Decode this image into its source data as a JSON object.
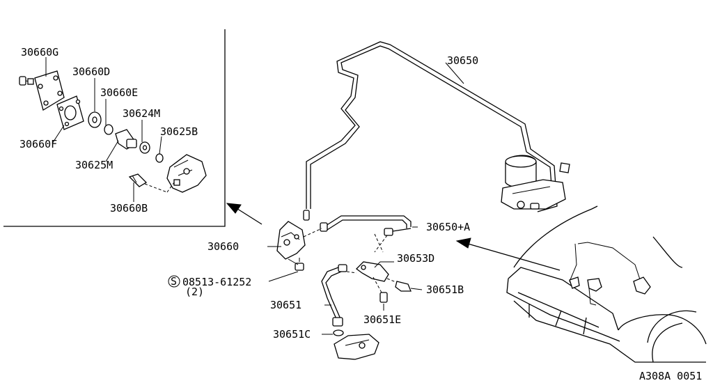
{
  "labels": {
    "p30660G": "30660G",
    "p30660D": "30660D",
    "p30660E": "30660E",
    "p30624M": "30624M",
    "p30625B": "30625B",
    "p30660F": "30660F",
    "p30625M": "30625M",
    "p30660B": "30660B",
    "p30650": "30650",
    "p30650A": "30650+A",
    "p30660": "30660",
    "p30653D": "30653D",
    "bolt": "08513-61252",
    "bolt_qty": "(2)",
    "p30651B": "30651B",
    "p30651": "30651",
    "p30651E": "30651E",
    "p30651C": "30651C",
    "diagram_id": "A308A 0051",
    "s_symbol": "S"
  }
}
